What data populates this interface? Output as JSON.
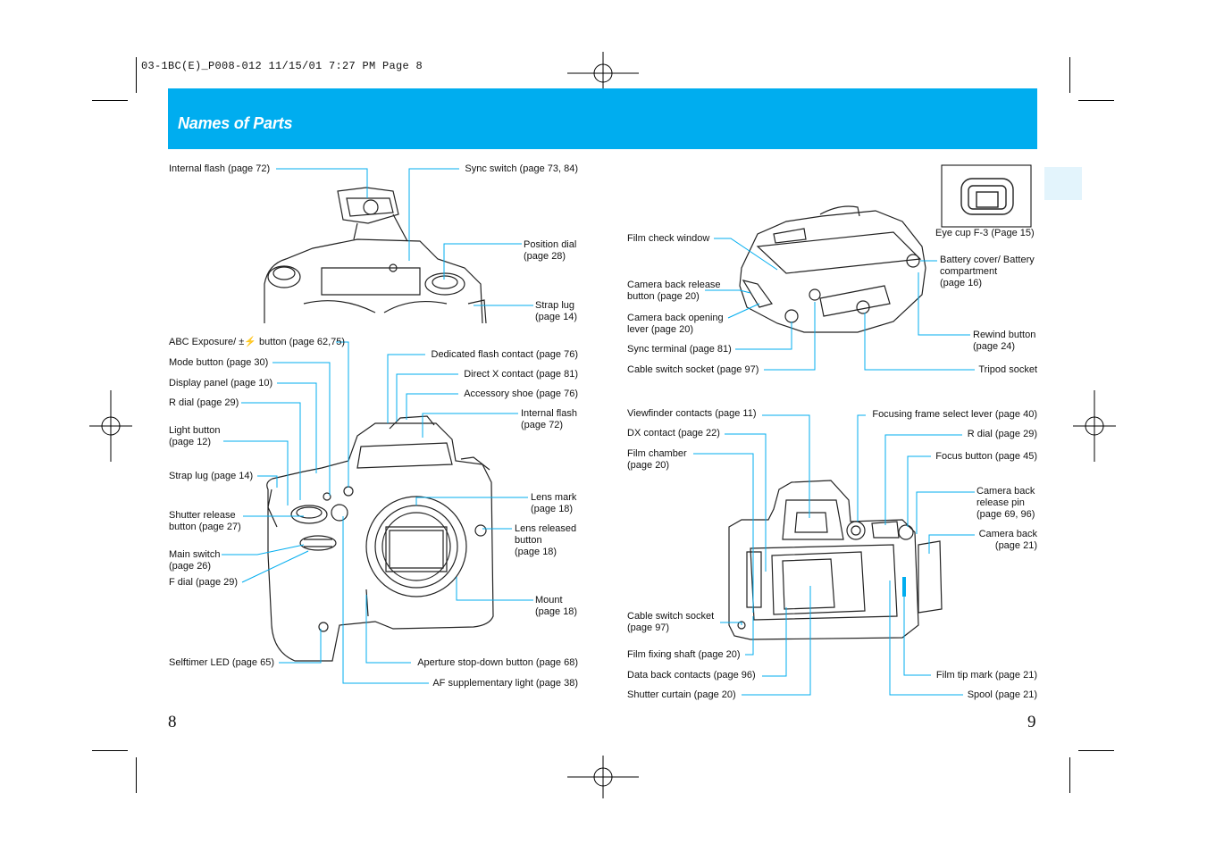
{
  "slug": "03-1BC(E)_P008-012  11/15/01  7:27 PM  Page 8",
  "title": "Names of Parts",
  "colors": {
    "banner": "#00adef",
    "tab": "#e3f4fc",
    "leader": "#00adef"
  },
  "page_numbers": {
    "left": "8",
    "right": "9"
  },
  "left_top_labels": {
    "internal_flash": "Internal flash (page 72)",
    "sync_switch": "Sync switch (page 73, 84)",
    "position_dial": "Position dial\n(page 28)",
    "strap_lug": "Strap lug\n(page 14)"
  },
  "left_front_labels": {
    "abc_exposure": "ABC Exposure/ ±⚡ button (page 62,75)",
    "mode_button": "Mode button (page 30)",
    "display_panel": "Display panel (page 10)",
    "r_dial": "R dial (page 29)",
    "light_button": "Light button\n(page 12)",
    "strap_lug": "Strap lug (page 14)",
    "shutter_release": "Shutter release\nbutton (page 27)",
    "main_switch": "Main switch\n(page 26)",
    "f_dial": "F dial (page 29)",
    "selftimer_led": "Selftimer LED (page 65)",
    "dedicated_flash_contact": "Dedicated flash contact (page 76)",
    "direct_x_contact": "Direct X contact (page 81)",
    "accessory_shoe": "Accessory shoe (page 76)",
    "internal_flash": "Internal flash\n(page 72)",
    "lens_mark": "Lens mark\n(page 18)",
    "lens_released": "Lens released\nbutton\n(page 18)",
    "mount": "Mount\n(page 18)",
    "aperture_stop_down": "Aperture stop-down button (page 68)",
    "af_light": "AF supplementary light (page 38)"
  },
  "right_bottom_view_labels": {
    "film_check_window": "Film check window",
    "back_release_button": "Camera back release\nbutton (page 20)",
    "back_opening_lever": "Camera back opening\nlever (page 20)",
    "sync_terminal": "Sync terminal (page 81)",
    "cable_switch_socket": "Cable switch socket (page 97)",
    "eye_cup": "Eye cup F-3 (Page 15)",
    "battery_cover": "Battery cover/ Battery\ncompartment\n(page 16)",
    "rewind_button": "Rewind button\n(page 24)",
    "tripod_socket": "Tripod socket"
  },
  "right_back_view_labels": {
    "viewfinder_contacts": "Viewfinder contacts (page 11)",
    "dx_contact": "DX contact (page 22)",
    "film_chamber": "Film chamber\n(page 20)",
    "cable_switch_socket": "Cable switch socket\n(page 97)",
    "film_fixing_shaft": "Film fixing shaft (page 20)",
    "data_back_contacts": "Data back contacts (page 96)",
    "shutter_curtain": "Shutter curtain (page 20)",
    "focusing_frame_lever": "Focusing frame select lever (page 40)",
    "r_dial": "R dial (page 29)",
    "focus_button": "Focus button (page 45)",
    "back_release_pin": "Camera back\nrelease pin\n(page 69, 96)",
    "camera_back": "Camera back\n(page 21)",
    "film_tip_mark": "Film tip mark (page 21)",
    "spool": "Spool (page 21)"
  }
}
